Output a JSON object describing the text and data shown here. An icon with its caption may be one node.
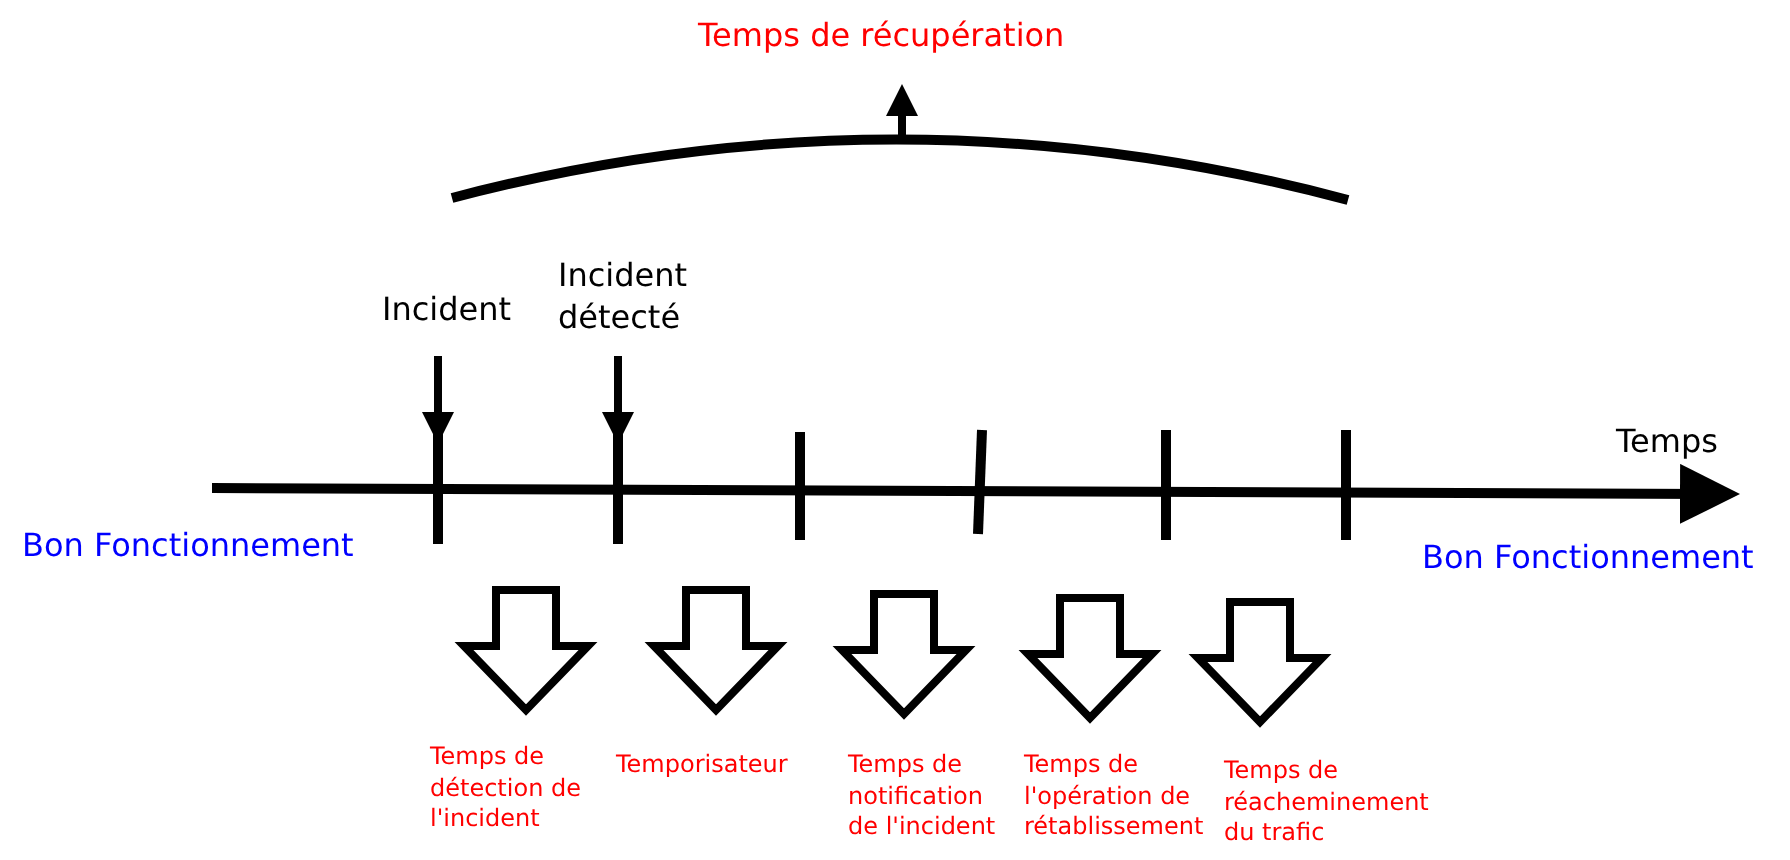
{
  "diagram": {
    "nodes": [
      {
        "text": [
          "Incident"
        ]
      },
      {
        "text": [
          "Incident détecté"
        ]
      },
      {
        "text": [],
        "shape": "bar"
      },
      {
        "text": [],
        "shape": "bar"
      },
      {
        "text": [],
        "shape": "bar"
      },
      {
        "text": [],
        "shape": "bar"
      },
      {
        "text": [],
        "shape": "bar"
      },
      {
        "text": [],
        "shape": "bar"
      }
    ],
    "edges": [
      {
        "from": 0,
        "to": 2,
        "arrow": "to"
      },
      {
        "from": 1,
        "to": 3,
        "arrow": "to"
      }
    ],
    "labels": [
      "Temps de récupération",
      "Temps",
      "Bon Fonctionnement",
      "Bon Fonctionnement",
      "Temps de détection de l'incident",
      "Temporisateur",
      "Temps de notification de l'incident",
      "Temps de l'opération de rétablissement",
      "Temps de réacheminement du trafic"
    ]
  }
}
